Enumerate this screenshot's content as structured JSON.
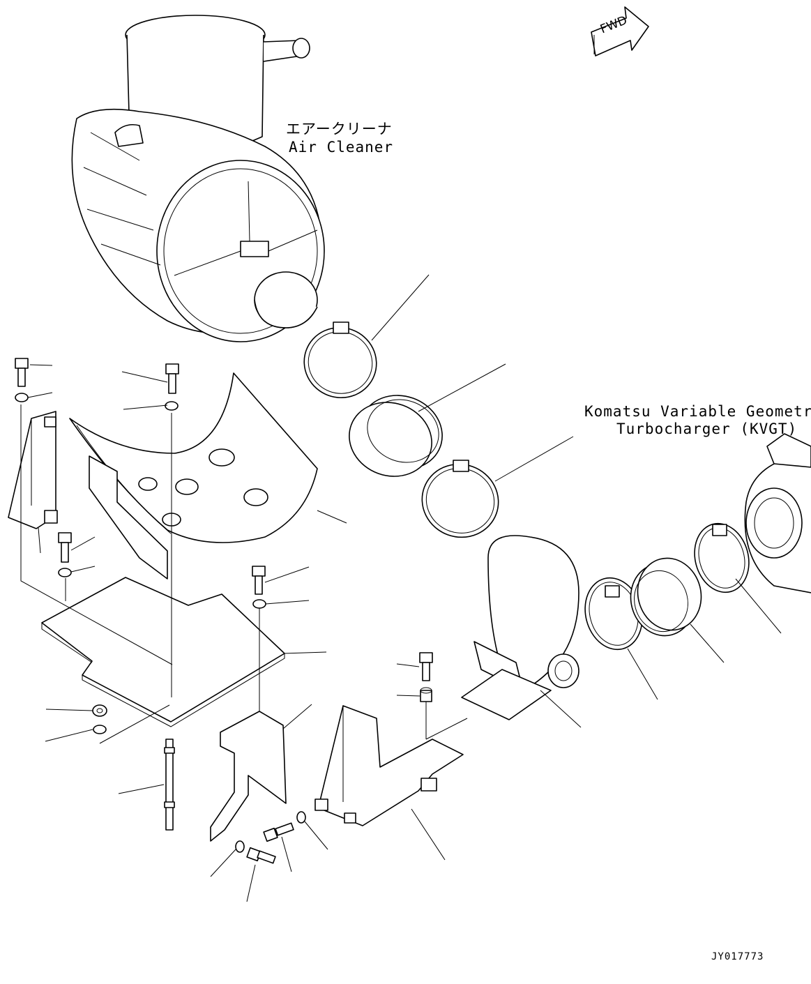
{
  "labels": {
    "air_cleaner_jp": "エアークリーナ",
    "air_cleaner_en": "Air Cleaner",
    "kvgt_line1": "Komatsu Variable Geometry",
    "kvgt_line2": "Turbocharger (KVGT)",
    "drawing_code": "JY017773",
    "fwd": "FWD"
  },
  "colors": {
    "line": "#000000",
    "background": "#ffffff"
  }
}
